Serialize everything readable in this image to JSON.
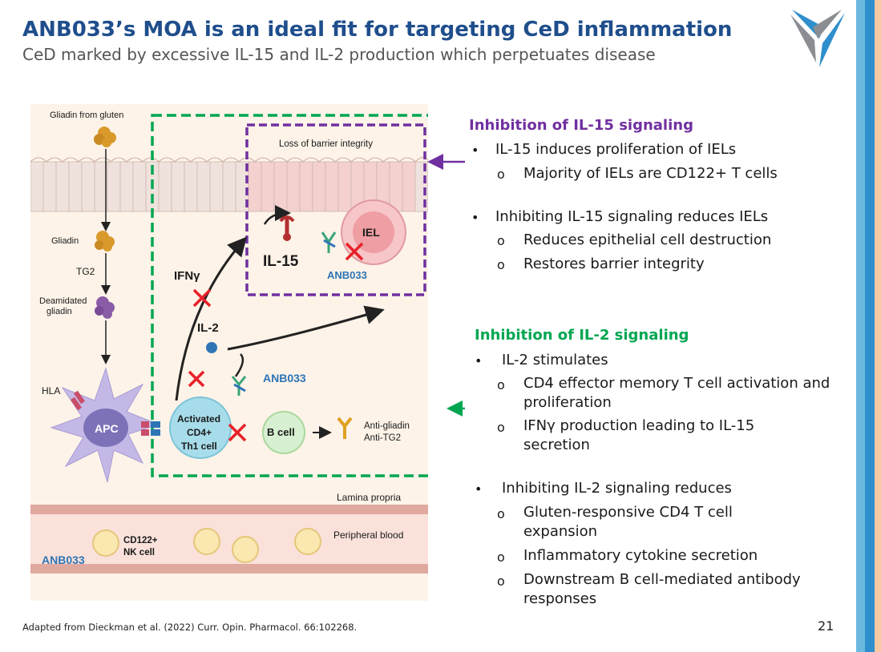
{
  "header": {
    "title": "ANB033’s MOA is an ideal fit for targeting CeD inflammation",
    "subtitle": "CeD marked by excessive IL-15 and IL-2 production which perpetuates disease"
  },
  "diagram": {
    "gliadin_from_gluten": "Gliadin from gluten",
    "gliadin": "Gliadin",
    "tg2": "TG2",
    "deamidated_1": "Deamidated",
    "deamidated_2": "gliadin",
    "hla": "HLA",
    "apc": "APC",
    "activated_1": "Activated",
    "activated_2": "CD4+",
    "activated_3": "Th1 cell",
    "b_cell": "B cell",
    "anti_gliadin": "Anti-gliadin",
    "anti_tg2": "Anti-TG2",
    "ifng": "IFNγ",
    "il2": "IL-2",
    "il15": "IL-15",
    "iel": "IEL",
    "anb033_upper": "ANB033",
    "anb033_middle": "ANB033",
    "anb033_lower": "ANB033",
    "loss_barrier": "Loss of barrier integrity",
    "lamina_propria": "Lamina propria",
    "peripheral_blood": "Peripheral blood",
    "nk_1": "CD122+",
    "nk_2": "NK cell"
  },
  "il15_section": {
    "heading": "Inhibition of IL-15 signaling",
    "bullet1": "IL-15 induces proliferation of IELs",
    "bullet1_sub1": "Majority of IELs are CD122+ T cells",
    "bullet2": "Inhibiting IL-15 signaling reduces IELs",
    "bullet2_sub1": "Reduces epithelial cell destruction",
    "bullet2_sub2": "Restores barrier integrity"
  },
  "il2_section": {
    "heading": "Inhibition of IL-2 signaling",
    "bullet1": "IL-2 stimulates",
    "bullet1_sub1": "CD4 effector memory T cell activation and proliferation",
    "bullet1_sub2": "IFNγ production leading to IL-15 secretion",
    "bullet2": "Inhibiting IL-2 signaling reduces",
    "bullet2_sub1": "Gluten-responsive CD4 T cell expansion",
    "bullet2_sub2": "Inflammatory cytokine secretion",
    "bullet2_sub3": "Downstream B cell-mediated antibody responses"
  },
  "bullets": {
    "main": "•",
    "sub": "o"
  },
  "footer": {
    "citation": "Adapted from Dieckman et al. (2022) Curr. Opin. Pharmacol. 66:102268.",
    "page_number": "21"
  },
  "colors": {
    "title_blue": "#1f4e8c",
    "il15_purple": "#7030a0",
    "il2_green": "#00a651",
    "block_red": "#e8212a",
    "anb033_blue": "#2e75b6"
  },
  "icons": {
    "logo": "chevron-v-logo",
    "inhibit": "red-x-icon",
    "antibody": "antibody-icon"
  }
}
